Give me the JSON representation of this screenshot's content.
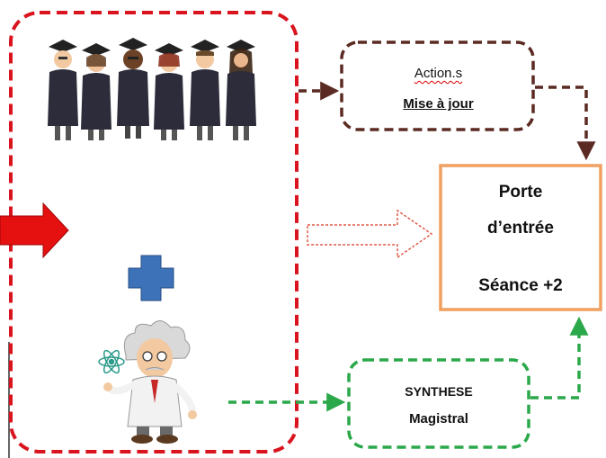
{
  "boxes": {
    "action": {
      "title": "Action.s",
      "subtitle": "Mise à jour"
    },
    "porte": {
      "line1": "Porte",
      "line2": "d’entrée",
      "line3": "Séance +2"
    },
    "synthese": {
      "line1": "SYNTHESE",
      "line2": "Magistral"
    }
  },
  "colors": {
    "main_box_border": "#d9141e",
    "action_box_border": "#5b2a22",
    "porte_box_border": "#f0a060",
    "synthese_box_border": "#2aa84a",
    "input_arrow": "#e51010",
    "plus_sign": "#3d72b8",
    "gown": "#2c2c3a",
    "scientist_coat": "#f2f2f2"
  },
  "icons": [
    "graduates-group-icon",
    "plus-icon",
    "scientist-icon",
    "input-arrow-icon",
    "hollow-arrow-icon"
  ]
}
